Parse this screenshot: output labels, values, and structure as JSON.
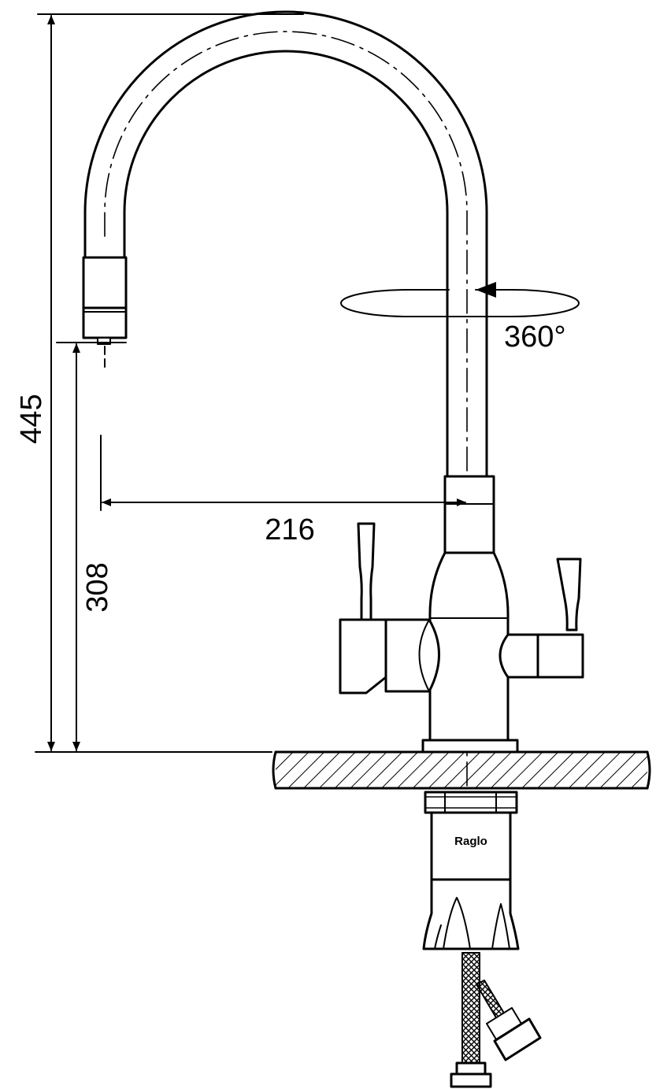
{
  "dimensions": {
    "total_height": "445",
    "spout_height": "308",
    "reach": "216",
    "rotation": "360°"
  },
  "brand": "Raglo",
  "colors": {
    "line": "#000000",
    "background": "#ffffff"
  }
}
